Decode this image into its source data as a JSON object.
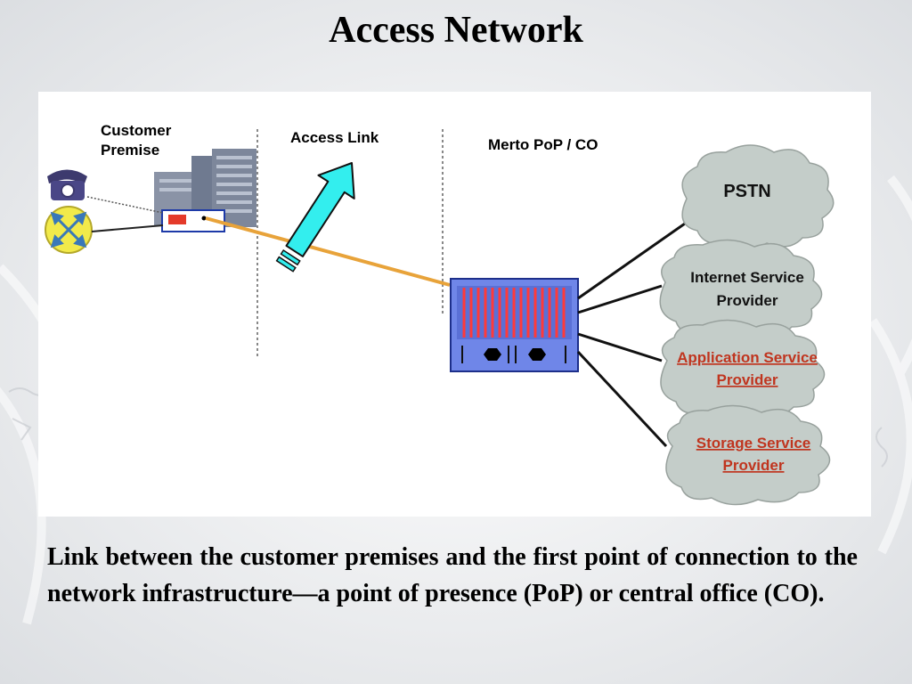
{
  "slide": {
    "title": "Access Network"
  },
  "zones": {
    "customer_premise_line1": "Customer",
    "customer_premise_line2": "Premise",
    "access_link": "Access Link",
    "metro_pop": "Merto PoP / CO"
  },
  "clouds": [
    {
      "line1": "PSTN",
      "line2": "",
      "style": "plain"
    },
    {
      "line1": "Internet Service",
      "line2": "Provider",
      "style": "plain"
    },
    {
      "line1": "Application Service",
      "line2": "Provider",
      "style": "underlined"
    },
    {
      "line1": "Storage Service",
      "line2": "Provider",
      "style": "underlined"
    }
  ],
  "caption": "Link between the customer premises and the first point of connection to the network infrastructure—a point of presence (PoP) or central office (CO).",
  "colors": {
    "access_link_line": "#e8a33a",
    "arrow_fill": "#33eeee",
    "cloud_fill": "#c4cdc9",
    "pop_fill": "#6f86e8",
    "cloud_text_plain": "#111111",
    "cloud_text_underlined": "#c0351f"
  },
  "icons": {
    "phone": "telephone-icon",
    "router": "router-icon",
    "building": "building-icon",
    "device": "customer-device-icon",
    "pop": "pop-switch-icon"
  }
}
